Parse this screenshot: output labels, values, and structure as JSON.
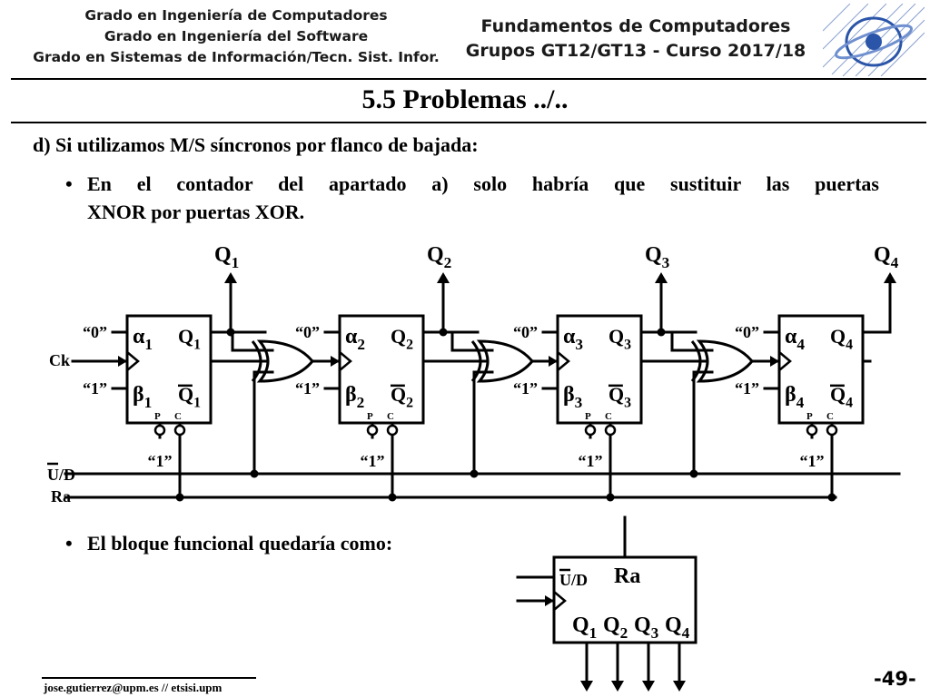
{
  "header": {
    "left_lines": [
      "Grado en Ingeniería de Computadores",
      "Grado en Ingeniería del Software",
      "Grado en Sistemas de Información/Tecn. Sist. Infor."
    ],
    "right_lines": [
      "Fundamentos de Computadores",
      "Grupos GT12/GT13 - Curso 2017/18"
    ]
  },
  "title": "5.5 Problemas ../..",
  "item_d": "d)  Si utilizamos M/S síncronos por flanco de bajada:",
  "bullet1_line1": "En el contador del apartado a) solo habría que sustituir las puertas",
  "bullet1_line2": "XNOR por puertas XOR.",
  "bullet2": "El bloque funcional quedaría como:",
  "diagram": {
    "clock_label": "Ck",
    "ud_label": "U/D",
    "ra_label": "Ra",
    "zero": "“0”",
    "one": "“1”",
    "pin_p": "P",
    "pin_c": "C",
    "alpha": "α",
    "beta": "β",
    "q": "Q",
    "stages": [
      "1",
      "2",
      "3",
      "4"
    ]
  },
  "block": {
    "ud_label": "U/D",
    "ra_label": "Ra",
    "q": "Q",
    "outputs": [
      "1",
      "2",
      "3",
      "4"
    ]
  },
  "footer": {
    "email": "jose.gutierrez@upm.es // etsisi.upm",
    "page": "-49-"
  },
  "colors": {
    "logo_blue": "#2b55a8",
    "text": "#000000"
  }
}
